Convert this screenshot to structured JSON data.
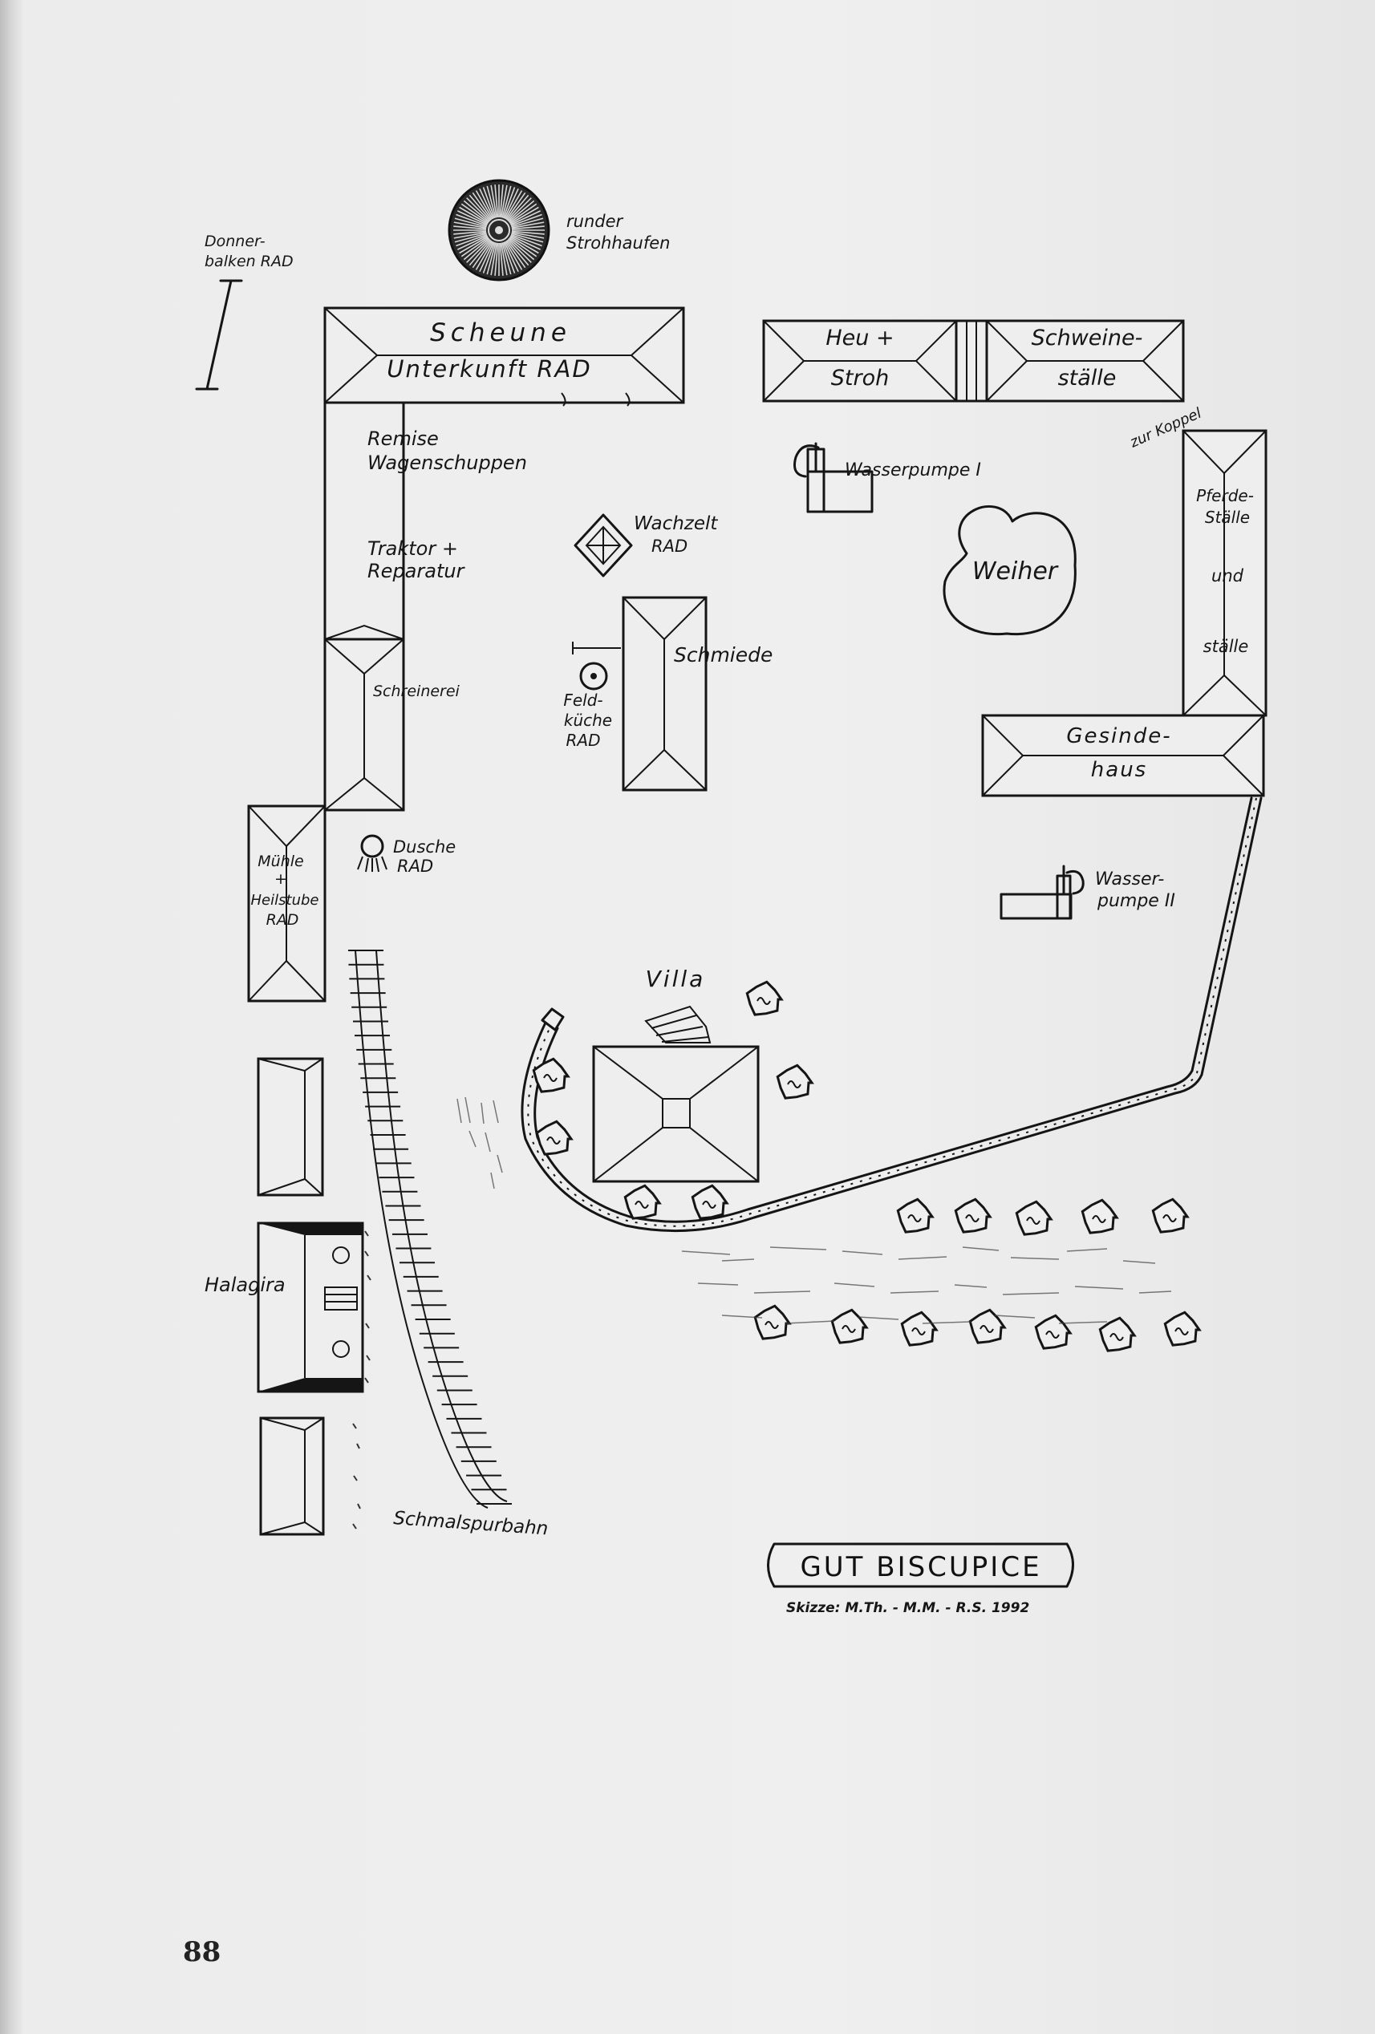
{
  "title": "GUT BISCUPICE",
  "credit": "Skizze: M.Th. - M.M. - R.S. 1992",
  "page_number": "88",
  "labels": {
    "strohhaufen_1": "runder",
    "strohhaufen_2": "Strohhaufen",
    "donnerbalken_1": "Donner-",
    "donnerbalken_2": "balken RAD",
    "scheune_1": "Scheune",
    "scheune_2": "Unterkunft RAD",
    "heu_1": "Heu +",
    "heu_2": "Stroh",
    "schwein_1": "Schweine-",
    "schwein_2": "ställe",
    "zur_koppel": "zur Koppel",
    "remise_1": "Remise",
    "remise_2": "Wagenschuppen",
    "traktor_1": "Traktor +",
    "traktor_2": "Reparatur",
    "wasserpumpe_1": "Wasserpumpe I",
    "wachzelt_1": "Wachzelt",
    "wachzelt_2": "RAD",
    "weiher": "Weiher",
    "pferde_1": "Pferde-",
    "pferde_2": "Ställe",
    "pferde_3": "und",
    "pferde_4": "ställe",
    "schmiede": "Schmiede",
    "schreinerei": "Schreinerei",
    "feldkueche_1": "Feld-",
    "feldkueche_2": "küche",
    "feldkueche_3": "RAD",
    "gesinde_1": "Gesinde-",
    "gesinde_2": "haus",
    "dusche_1": "Dusche",
    "dusche_2": "RAD",
    "muehle_1": "Mühle",
    "muehle_2": "+",
    "muehle_3": "Heilstube",
    "muehle_4": "RAD",
    "wasserpumpe2_1": "Wasser-",
    "wasserpumpe2_2": "pumpe II",
    "villa": "Villa",
    "halagira": "Halagira",
    "schmalspurbahn": "Schmalspurbahn"
  },
  "icons": [
    "straw-pile-icon",
    "pump-icon",
    "tent-icon",
    "tree-icon",
    "shower-icon",
    "field-kitchen-icon"
  ]
}
